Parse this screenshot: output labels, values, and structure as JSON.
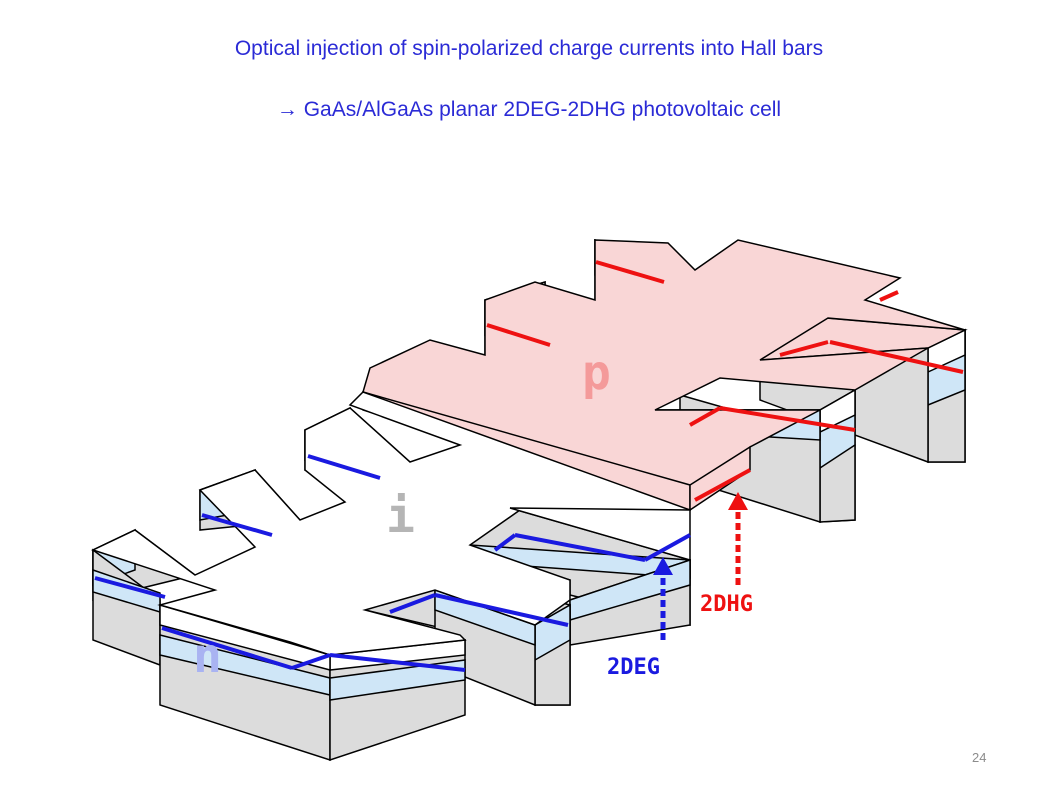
{
  "slide": {
    "title": "Optical injection of spin-polarized charge currents into Hall bars",
    "subtitle": "→ GaAs/AlGaAs planar 2DEG-2DHG photovoltaic cell",
    "page_number": "24"
  },
  "diagram": {
    "region_labels": {
      "p": "p",
      "i": "i",
      "n": "n"
    },
    "arrow_labels": {
      "electron_gas": "2DEG",
      "hole_gas": "2DHG"
    },
    "colors": {
      "title": "#2b2bd6",
      "p_region": "#f9d6d6",
      "p_label": "#f49a9a",
      "i_label": "#b5b5b5",
      "n_label": "#a9b3f2",
      "hole_gas_line": "#ee1111",
      "electron_gas_line": "#1a1ae0",
      "algaas_layer": "#cfe6f7",
      "substrate": "#dcdcdc"
    }
  }
}
